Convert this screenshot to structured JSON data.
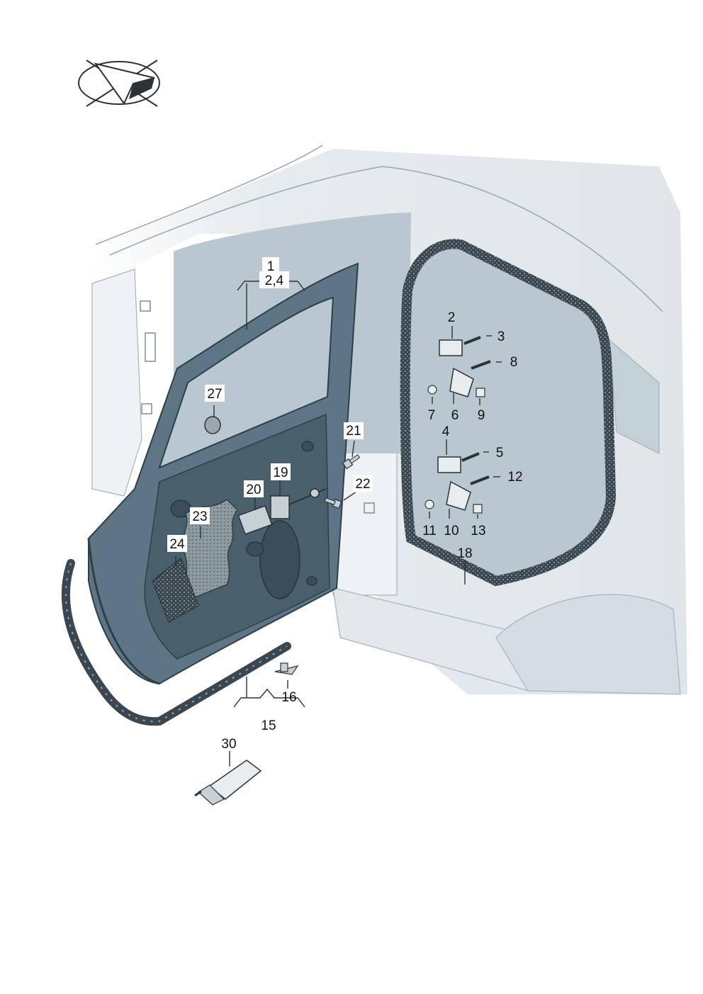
{
  "colors": {
    "background": "#ffffff",
    "body_panel": "#e7ecef",
    "body_shadow": "#c9d2d8",
    "opening_fill": "#b9c7d0",
    "door_frame": "#5d7585",
    "door_frame_dark": "#2f3f4a",
    "seal": "#3a4650",
    "seal_dots": "#9aa7ae",
    "outline": "#2b3338",
    "label_box": "#ffffff",
    "label_text": "#111111"
  },
  "icon": "direction-arrow-icon",
  "callouts": {
    "c1": "1",
    "c2_4": "2,4",
    "c2": "2",
    "c3": "3",
    "c4": "4",
    "c5": "5",
    "c6": "6",
    "c7": "7",
    "c8": "8",
    "c9": "9",
    "c10": "10",
    "c11": "11",
    "c12": "12",
    "c13": "13",
    "c15": "15",
    "c16": "16",
    "c18": "18",
    "c19": "19",
    "c20": "20",
    "c21": "21",
    "c22": "22",
    "c23": "23",
    "c24": "24",
    "c27": "27",
    "c30": "30"
  }
}
